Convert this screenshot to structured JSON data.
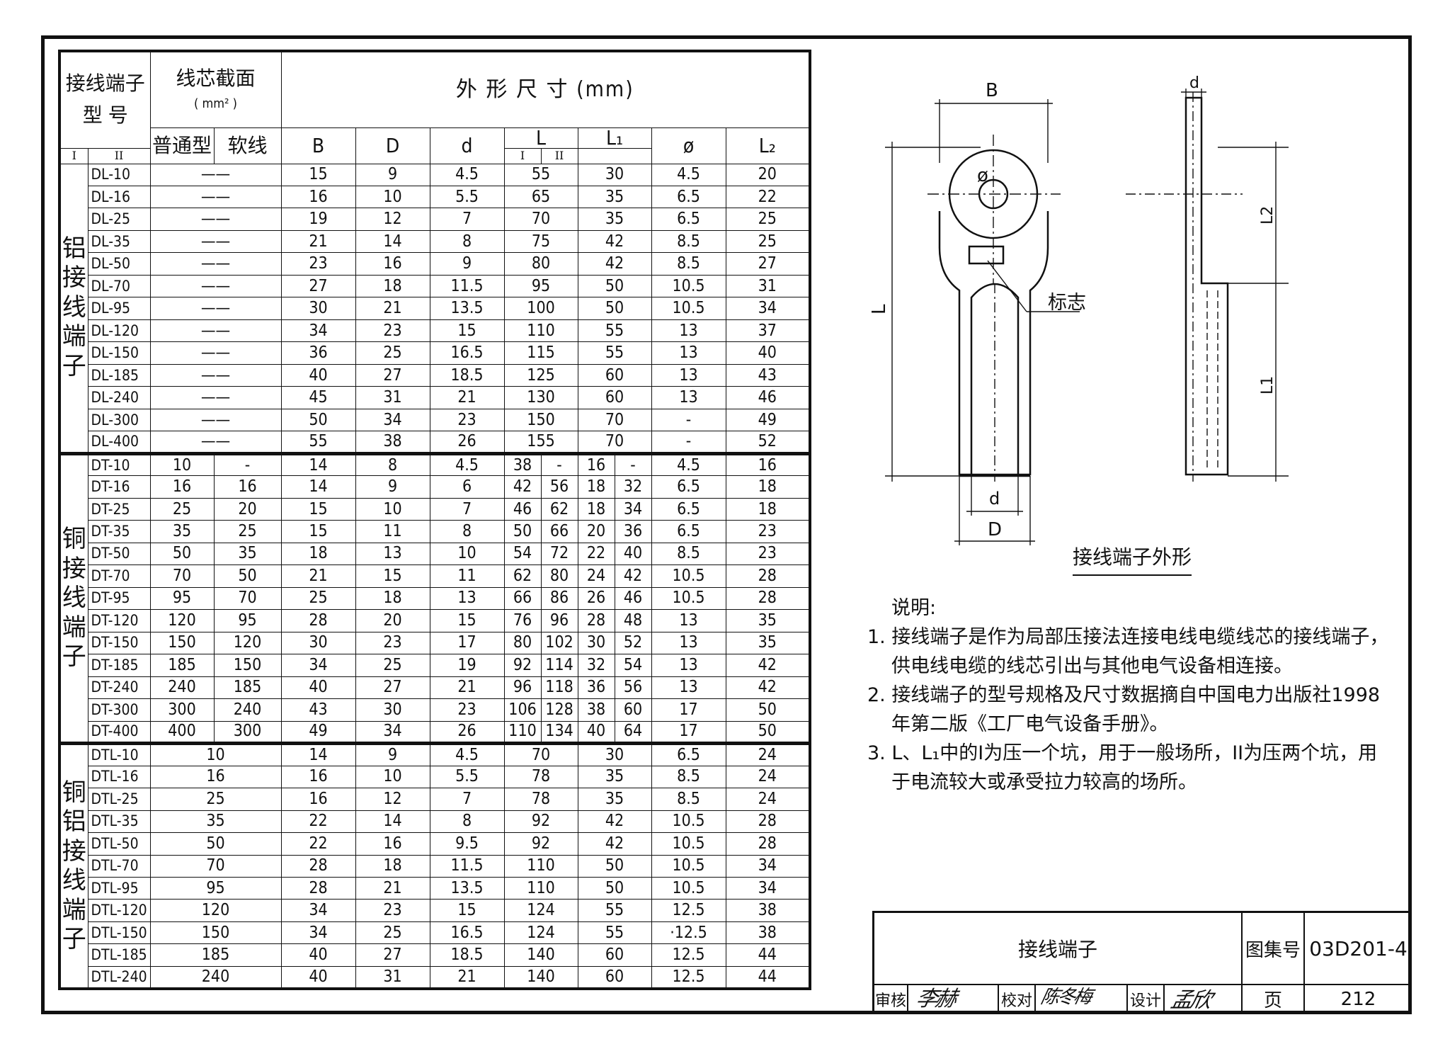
{
  "table": {
    "header": {
      "model_l1": "接线端子",
      "model_l2": "型 号",
      "area": "线芯截面",
      "area_unit": "( mm² )",
      "dims": "外 形 尺 寸 (mm)",
      "ordinary": "普通型",
      "soft": "软线",
      "B": "B",
      "D": "D",
      "d": "d",
      "L": "L",
      "L1": "L₁",
      "phi": "ø",
      "L2": "L₂",
      "roman1": "I",
      "roman2": "II"
    },
    "groups": [
      {
        "label": "铝接线端子",
        "sep": true,
        "rows": [
          {
            "model": "DL-10",
            "n": "——",
            "B": "15",
            "D": "9",
            "d": "4.5",
            "L": "55",
            "L1": "30",
            "phi": "4.5",
            "L2": "20"
          },
          {
            "model": "DL-16",
            "n": "——",
            "B": "16",
            "D": "10",
            "d": "5.5",
            "L": "65",
            "L1": "35",
            "phi": "6.5",
            "L2": "22"
          },
          {
            "model": "DL-25",
            "n": "——",
            "B": "19",
            "D": "12",
            "d": "7",
            "L": "70",
            "L1": "35",
            "phi": "6.5",
            "L2": "25"
          },
          {
            "model": "DL-35",
            "n": "——",
            "B": "21",
            "D": "14",
            "d": "8",
            "L": "75",
            "L1": "42",
            "phi": "8.5",
            "L2": "25"
          },
          {
            "model": "DL-50",
            "n": "——",
            "B": "23",
            "D": "16",
            "d": "9",
            "L": "80",
            "L1": "42",
            "phi": "8.5",
            "L2": "27"
          },
          {
            "model": "DL-70",
            "n": "——",
            "B": "27",
            "D": "18",
            "d": "11.5",
            "L": "95",
            "L1": "50",
            "phi": "10.5",
            "L2": "31"
          },
          {
            "model": "DL-95",
            "n": "——",
            "B": "30",
            "D": "21",
            "d": "13.5",
            "L": "100",
            "L1": "50",
            "phi": "10.5",
            "L2": "34"
          },
          {
            "model": "DL-120",
            "n": "——",
            "B": "34",
            "D": "23",
            "d": "15",
            "L": "110",
            "L1": "55",
            "phi": "13",
            "L2": "37"
          },
          {
            "model": "DL-150",
            "n": "——",
            "B": "36",
            "D": "25",
            "d": "16.5",
            "L": "115",
            "L1": "55",
            "phi": "13",
            "L2": "40"
          },
          {
            "model": "DL-185",
            "n": "——",
            "B": "40",
            "D": "27",
            "d": "18.5",
            "L": "125",
            "L1": "60",
            "phi": "13",
            "L2": "43"
          },
          {
            "model": "DL-240",
            "n": "——",
            "B": "45",
            "D": "31",
            "d": "21",
            "L": "130",
            "L1": "60",
            "phi": "13",
            "L2": "46"
          },
          {
            "model": "DL-300",
            "n": "——",
            "B": "50",
            "D": "34",
            "d": "23",
            "L": "150",
            "L1": "70",
            "phi": "-",
            "L2": "49"
          },
          {
            "model": "DL-400",
            "n": "——",
            "B": "55",
            "D": "38",
            "d": "26",
            "L": "155",
            "L1": "70",
            "phi": "-",
            "L2": "52"
          }
        ]
      },
      {
        "label": "铜接线端子",
        "sep": true,
        "rows": [
          {
            "model": "DT-10",
            "n": "10",
            "s": "-",
            "B": "14",
            "D": "8",
            "d": "4.5",
            "L_1": "38",
            "L_2": "-",
            "L1_1": "16",
            "L1_2": "-",
            "phi": "4.5",
            "L2": "16"
          },
          {
            "model": "DT-16",
            "n": "16",
            "s": "16",
            "B": "14",
            "D": "9",
            "d": "6",
            "L_1": "42",
            "L_2": "56",
            "L1_1": "18",
            "L1_2": "32",
            "phi": "6.5",
            "L2": "18"
          },
          {
            "model": "DT-25",
            "n": "25",
            "s": "20",
            "B": "15",
            "D": "10",
            "d": "7",
            "L_1": "46",
            "L_2": "62",
            "L1_1": "18",
            "L1_2": "34",
            "phi": "6.5",
            "L2": "18"
          },
          {
            "model": "DT-35",
            "n": "35",
            "s": "25",
            "B": "15",
            "D": "11",
            "d": "8",
            "L_1": "50",
            "L_2": "66",
            "L1_1": "20",
            "L1_2": "36",
            "phi": "6.5",
            "L2": "23"
          },
          {
            "model": "DT-50",
            "n": "50",
            "s": "35",
            "B": "18",
            "D": "13",
            "d": "10",
            "L_1": "54",
            "L_2": "72",
            "L1_1": "22",
            "L1_2": "40",
            "phi": "8.5",
            "L2": "23"
          },
          {
            "model": "DT-70",
            "n": "70",
            "s": "50",
            "B": "21",
            "D": "15",
            "d": "11",
            "L_1": "62",
            "L_2": "80",
            "L1_1": "24",
            "L1_2": "42",
            "phi": "10.5",
            "L2": "28"
          },
          {
            "model": "DT-95",
            "n": "95",
            "s": "70",
            "B": "25",
            "D": "18",
            "d": "13",
            "L_1": "66",
            "L_2": "86",
            "L1_1": "26",
            "L1_2": "46",
            "phi": "10.5",
            "L2": "28"
          },
          {
            "model": "DT-120",
            "n": "120",
            "s": "95",
            "B": "28",
            "D": "20",
            "d": "15",
            "L_1": "76",
            "L_2": "96",
            "L1_1": "28",
            "L1_2": "48",
            "phi": "13",
            "L2": "35"
          },
          {
            "model": "DT-150",
            "n": "150",
            "s": "120",
            "B": "30",
            "D": "23",
            "d": "17",
            "L_1": "80",
            "L_2": "102",
            "L1_1": "30",
            "L1_2": "52",
            "phi": "13",
            "L2": "35"
          },
          {
            "model": "DT-185",
            "n": "185",
            "s": "150",
            "B": "34",
            "D": "25",
            "d": "19",
            "L_1": "92",
            "L_2": "114",
            "L1_1": "32",
            "L1_2": "54",
            "phi": "13",
            "L2": "42"
          },
          {
            "model": "DT-240",
            "n": "240",
            "s": "185",
            "B": "40",
            "D": "27",
            "d": "21",
            "L_1": "96",
            "L_2": "118",
            "L1_1": "36",
            "L1_2": "56",
            "phi": "13",
            "L2": "42"
          },
          {
            "model": "DT-300",
            "n": "300",
            "s": "240",
            "B": "43",
            "D": "30",
            "d": "23",
            "L_1": "106",
            "L_2": "128",
            "L1_1": "38",
            "L1_2": "60",
            "phi": "17",
            "L2": "50"
          },
          {
            "model": "DT-400",
            "n": "400",
            "s": "300",
            "B": "49",
            "D": "34",
            "d": "26",
            "L_1": "110",
            "L_2": "134",
            "L1_1": "40",
            "L1_2": "64",
            "phi": "17",
            "L2": "50"
          }
        ]
      },
      {
        "label": "铜铝接线端子",
        "sep": false,
        "rows": [
          {
            "model": "DTL-10",
            "n": "10",
            "B": "14",
            "D": "9",
            "d": "4.5",
            "L": "70",
            "L1": "30",
            "phi": "6.5",
            "L2": "24"
          },
          {
            "model": "DTL-16",
            "n": "16",
            "B": "16",
            "D": "10",
            "d": "5.5",
            "L": "78",
            "L1": "35",
            "phi": "8.5",
            "L2": "24"
          },
          {
            "model": "DTL-25",
            "n": "25",
            "B": "16",
            "D": "12",
            "d": "7",
            "L": "78",
            "L1": "35",
            "phi": "8.5",
            "L2": "24"
          },
          {
            "model": "DTL-35",
            "n": "35",
            "B": "22",
            "D": "14",
            "d": "8",
            "L": "92",
            "L1": "42",
            "phi": "10.5",
            "L2": "28"
          },
          {
            "model": "DTL-50",
            "n": "50",
            "B": "22",
            "D": "16",
            "d": "9.5",
            "L": "92",
            "L1": "42",
            "phi": "10.5",
            "L2": "28"
          },
          {
            "model": "DTL-70",
            "n": "70",
            "B": "28",
            "D": "18",
            "d": "11.5",
            "L": "110",
            "L1": "50",
            "phi": "10.5",
            "L2": "34"
          },
          {
            "model": "DTL-95",
            "n": "95",
            "B": "28",
            "D": "21",
            "d": "13.5",
            "L": "110",
            "L1": "50",
            "phi": "10.5",
            "L2": "34"
          },
          {
            "model": "DTL-120",
            "n": "120",
            "B": "34",
            "D": "23",
            "d": "15",
            "L": "124",
            "L1": "55",
            "phi": "12.5",
            "L2": "38"
          },
          {
            "model": "DTL-150",
            "n": "150",
            "B": "34",
            "D": "25",
            "d": "16.5",
            "L": "124",
            "L1": "55",
            "phi": "·12.5",
            "L2": "38"
          },
          {
            "model": "DTL-185",
            "n": "185",
            "B": "40",
            "D": "27",
            "d": "18.5",
            "L": "140",
            "L1": "60",
            "phi": "12.5",
            "L2": "44"
          },
          {
            "model": "DTL-240",
            "n": "240",
            "B": "40",
            "D": "31",
            "d": "21",
            "L": "140",
            "L1": "60",
            "phi": "12.5",
            "L2": "44"
          }
        ]
      }
    ]
  },
  "diagram": {
    "labels": {
      "B": "B",
      "d_top": "d",
      "phi": "ø",
      "L": "L",
      "L2": "L2",
      "L1": "L1",
      "d_bottom": "d",
      "D": "D",
      "marker": "标志"
    },
    "caption": "接线端子外形"
  },
  "notes": {
    "heading": "说明:",
    "items": [
      "1. 接线端子是作为局部压接法连接电线电缆线芯的接线端子，供电线电缆的线芯引出与其他电气设备相连接。",
      "2. 接线端子的型号规格及尺寸数据摘自中国电力出版社1998年第二版《工厂电气设备手册》。",
      "3. L、L₁中的I为压一个坑，用于一般场所，II为压两个坑，用于电流较大或承受拉力较高的场所。"
    ]
  },
  "title_block": {
    "title": "接线端子",
    "atlas_label": "图集号",
    "atlas_no": "03D201-4",
    "page_label": "页",
    "page_no": "212",
    "review_label": "审核",
    "check_label": "校对",
    "design_label": "设计",
    "review_sign": "李赫",
    "check_sign": "陈冬梅",
    "design_sign": "孟欣"
  }
}
